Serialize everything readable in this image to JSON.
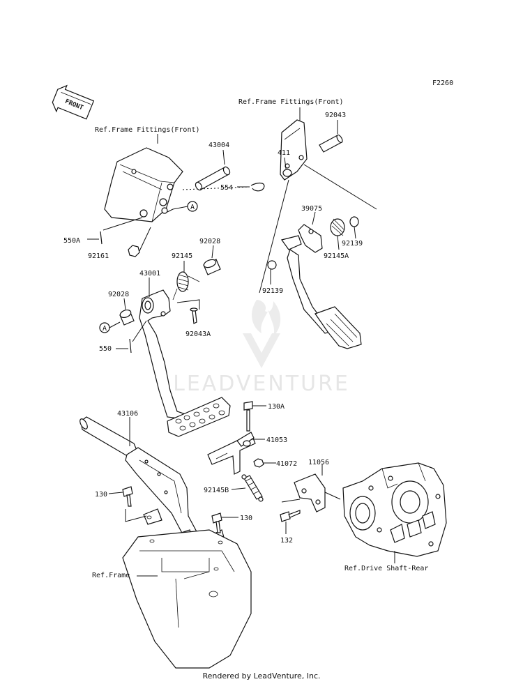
{
  "figure_code": "F2260",
  "front_label": "FRONT",
  "watermark_text": "LEADVENTURE",
  "footer": "Rendered by LeadVenture, Inc.",
  "refs": {
    "frame_fittings_left": "Ref.Frame Fittings(Front)",
    "frame_fittings_right": "Ref.Frame Fittings(Front)",
    "frame": "Ref.Frame",
    "drive_shaft": "Ref.Drive Shaft-Rear"
  },
  "marker_a": "A",
  "parts": {
    "p43004": "43004",
    "p411": "411",
    "p92043": "92043",
    "p554": "554",
    "p550A": "550A",
    "p92161": "92161",
    "p92028_top": "92028",
    "p92145": "92145",
    "p43001": "43001",
    "p92028_left": "92028",
    "p92043A": "92043A",
    "p550": "550",
    "p39075": "39075",
    "p92139_right": "92139",
    "p92145A": "92145A",
    "p92139_left": "92139",
    "p43106": "43106",
    "p130A": "130A",
    "p41053": "41053",
    "p41072": "41072",
    "p11056": "11056",
    "p92145B": "92145B",
    "p130_left": "130",
    "p130_right": "130",
    "p132": "132"
  }
}
